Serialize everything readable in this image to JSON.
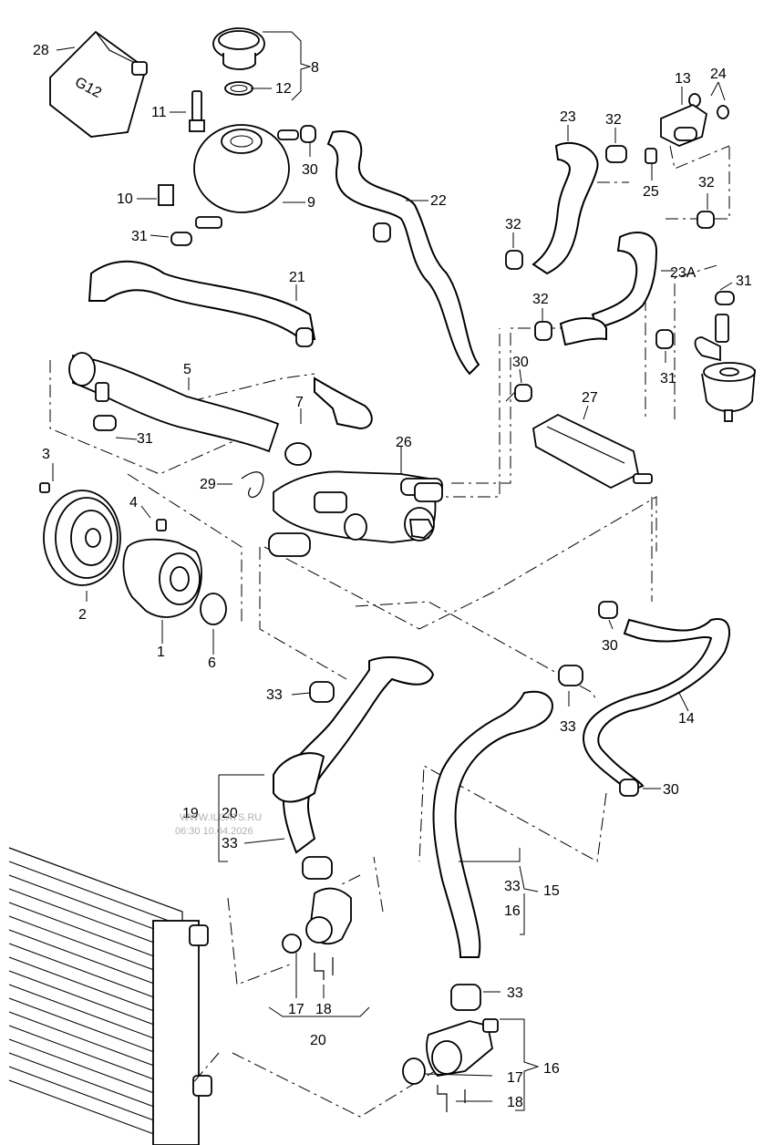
{
  "watermark": {
    "site": "WWW.ILCATS.RU",
    "timestamp": "06:30 10.04.2026"
  },
  "labels": {
    "l1": "1",
    "l2": "2",
    "l3": "3",
    "l4": "4",
    "l5": "5",
    "l6": "6",
    "l7": "7",
    "l8": "8",
    "l9": "9",
    "l10": "10",
    "l11": "11",
    "l12": "12",
    "l13": "13",
    "l14": "14",
    "l15": "15",
    "l16a": "16",
    "l16b": "16",
    "l17a": "17",
    "l17b": "17",
    "l18a": "18",
    "l18b": "18",
    "l19": "19",
    "l20a": "20",
    "l20b": "20",
    "l21": "21",
    "l22": "22",
    "l23": "23",
    "l23a": "23A",
    "l24": "24",
    "l25": "25",
    "l26": "26",
    "l27": "27",
    "l28": "28",
    "l29": "29",
    "l30a": "30",
    "l30b": "30",
    "l30c": "30",
    "l30d": "30",
    "l31a": "31",
    "l31b": "31",
    "l31c": "31",
    "l31d": "31",
    "l32a": "32",
    "l32b": "32",
    "l32c": "32",
    "l32d": "32",
    "l33a": "33",
    "l33b": "33",
    "l33c": "33",
    "l33d": "33",
    "l33e": "33"
  },
  "canister_text": "G12"
}
